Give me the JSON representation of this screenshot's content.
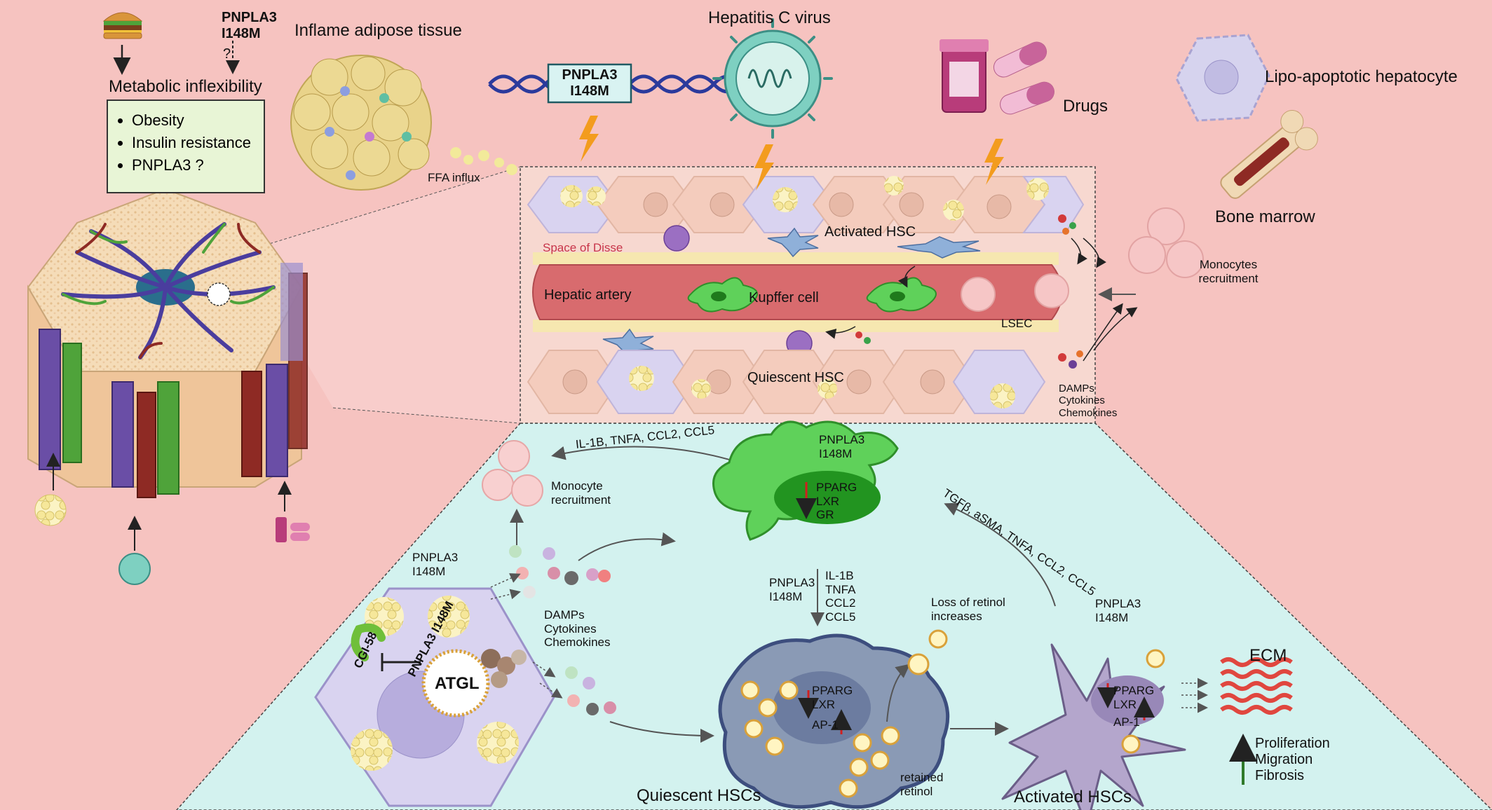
{
  "top": {
    "pnpla3_small": [
      "PNPLA3",
      "I148M"
    ],
    "question_mark": "?",
    "metabolic_inflexibility": "Metabolic inflexibility",
    "conditions": [
      "Obesity",
      "Insulin resistance",
      "PNPLA3 ?"
    ],
    "inflamed_adipose": "Inflame adipose tissue",
    "ffa_influx": "FFA influx",
    "pnpla3_dna": [
      "PNPLA3",
      "I148M"
    ],
    "hcv": "Hepatitis C virus",
    "drugs": "Drugs",
    "lipo_apoptotic": "Lipo-apoptotic hepatocyte",
    "bone_marrow": "Bone marrow",
    "monocytes_recruitment": [
      "Monocytes",
      "recruitment"
    ]
  },
  "sinusoid": {
    "activated_hsc": "Activated HSC",
    "space_of_disse": "Space of Disse",
    "hepatic_artery": "Hepatic artery",
    "kupffer_cell": "Kupffer cell",
    "lsec": "LSEC",
    "quiescent_hsc": "Quiescent HSC",
    "damps": [
      "DAMPs",
      "Cytokines",
      "Chemokines"
    ]
  },
  "mechanism": {
    "kupffer_out": "IL-1B, TNFA, CCL2, CCL5",
    "monocyte_recruitment": [
      "Monocyte",
      "recruitment"
    ],
    "pnpla3_kupffer": [
      "PNPLA3",
      "I148M"
    ],
    "kupffer_nucleus": [
      "PPARG",
      "LXR",
      "GR"
    ],
    "hsc_feedback": "TGFβ, aSMA, TNFA, CCL2, CCL5",
    "pnpla3_hepatocyte": [
      "PNPLA3",
      "I148M"
    ],
    "cgi58": "CGI-58",
    "pnpla3_arc": "PNPLA3 I148M",
    "atgl": "ATGL",
    "damps": [
      "DAMPs",
      "Cytokines",
      "Chemokines"
    ],
    "pnpla3_mid": [
      "PNPLA3",
      "I148M"
    ],
    "kupffer_down": [
      "IL-1B",
      "TNFA",
      "CCL2",
      "CCL5"
    ],
    "loss_retinol": [
      "Loss of retinol",
      "increases"
    ],
    "quiescent_nucleus": [
      "PPARG",
      "LXR",
      "AP-1"
    ],
    "retained_retinol": [
      "retained",
      "retinol"
    ],
    "quiescent_hscs": "Quiescent HSCs",
    "pnpla3_activated": [
      "PNPLA3",
      "I148M"
    ],
    "activated_nucleus": [
      "PPARG",
      "LXR",
      "AP-1"
    ],
    "activated_hscs": "Activated HSCs",
    "ecm": "ECM",
    "outcomes": [
      "Proliferation",
      "Migration",
      "Fibrosis"
    ]
  },
  "colors": {
    "background": "#f6c3c0",
    "teal_panel": "#d3f2ef",
    "kupffer_green": "#5fd15a",
    "hsc_blue_grey": "#8a9ab5",
    "hsc_purple": "#b4a6cc",
    "lipid_yellow": "#f5e7a0",
    "vessel_red": "#d86b6e",
    "portal_vein": "#6a4ea6",
    "arrow_orange": "#f39c1e",
    "ecm_red": "#e0473f",
    "up_arrow_green": "#2f7a2a",
    "down_arrow_red": "#d11f1f"
  }
}
